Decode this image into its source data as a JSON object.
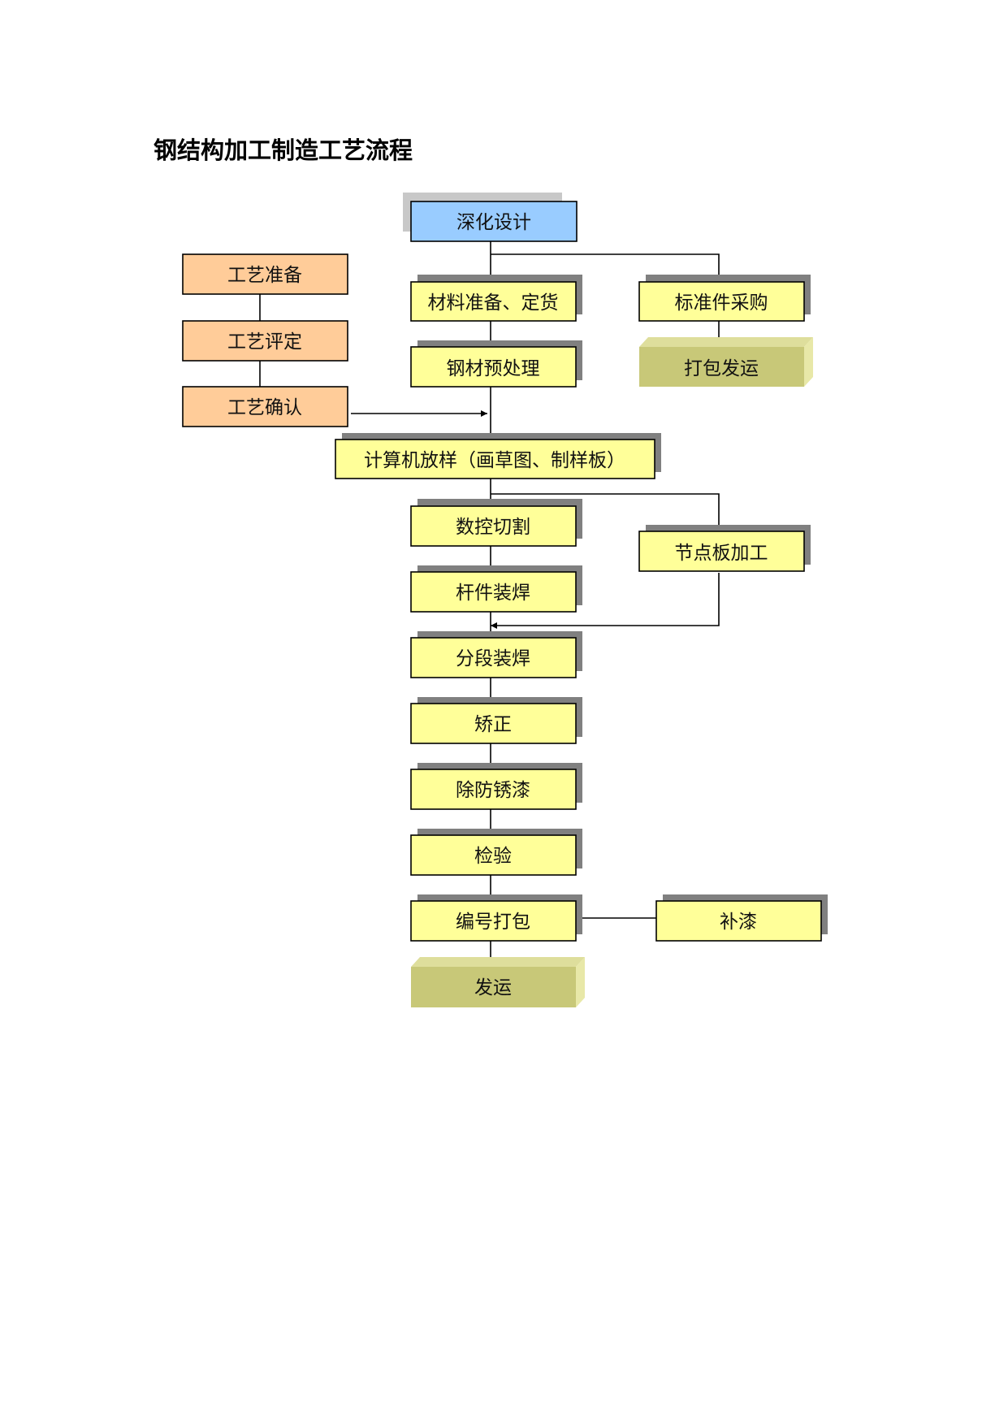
{
  "title": "钢结构加工制造工艺流程",
  "colors": {
    "blue_node": "#99ccff",
    "orange_node": "#ffcc99",
    "yellow_node": "#ffff99",
    "olive_node": "#c8c878",
    "shadow": "#808080",
    "line": "#000000"
  },
  "nodes": {
    "detail_design": "深化设计",
    "process_prep": "工艺准备",
    "process_eval": "工艺评定",
    "process_confirm": "工艺确认",
    "material_prep": "材料准备、定货",
    "standard_purchase": "标准件采购",
    "steel_pretreat": "钢材预处理",
    "pack_ship_std": "打包发运",
    "computer_layout": "计算机放样（画草图、制样板）",
    "cnc_cutting": "数控切割",
    "node_plate": "节点板加工",
    "member_weld": "杆件装焊",
    "segment_weld": "分段装焊",
    "straighten": "矫正",
    "anti_rust": "除防锈漆",
    "inspection": "检验",
    "number_pack": "编号打包",
    "touch_up": "补漆",
    "ship": "发运"
  }
}
